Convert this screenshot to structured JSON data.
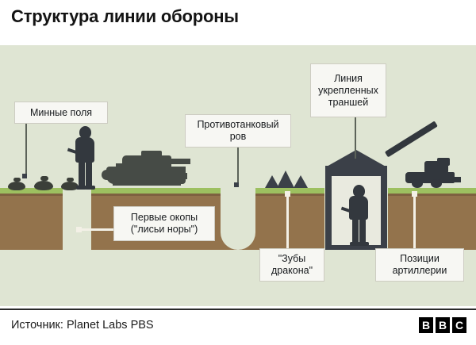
{
  "title": "Структура линии обороны",
  "footer": {
    "source": "Источник: Planet Labs PBS",
    "logo_letters": [
      "B",
      "B",
      "C"
    ]
  },
  "colors": {
    "panel_background": "#dfe5d3",
    "grass": "#9dc060",
    "soil": "#93734c",
    "silhouette": "#3b4048",
    "tank": "#464b46",
    "callout_background": "#f7f7f3",
    "callout_border": "#cdccc2",
    "text": "#16191c"
  },
  "callouts": [
    {
      "id": "minefields",
      "label": "Минные поля"
    },
    {
      "id": "anti-tank-ditch",
      "label": "Противотанковый\nров"
    },
    {
      "id": "fortified-trenches",
      "label": "Линия\nукрепленных\nтраншей"
    },
    {
      "id": "first-trenches",
      "label": "Первые окопы\n(\"лисьи норы\")"
    },
    {
      "id": "dragons-teeth",
      "label": "\"Зубы\nдракона\""
    },
    {
      "id": "artillery",
      "label": "Позиции\nартиллерии"
    }
  ],
  "illustration": {
    "elements": [
      {
        "name": "mines",
        "count": 3
      },
      {
        "name": "tank",
        "count": 1
      },
      {
        "name": "soldier-in-foxhole",
        "count": 1
      },
      {
        "name": "anti-tank-ditch",
        "count": 1
      },
      {
        "name": "dragons-teeth",
        "count": 3
      },
      {
        "name": "bunker-with-soldier",
        "count": 1
      },
      {
        "name": "artillery-gun",
        "count": 1
      }
    ]
  }
}
